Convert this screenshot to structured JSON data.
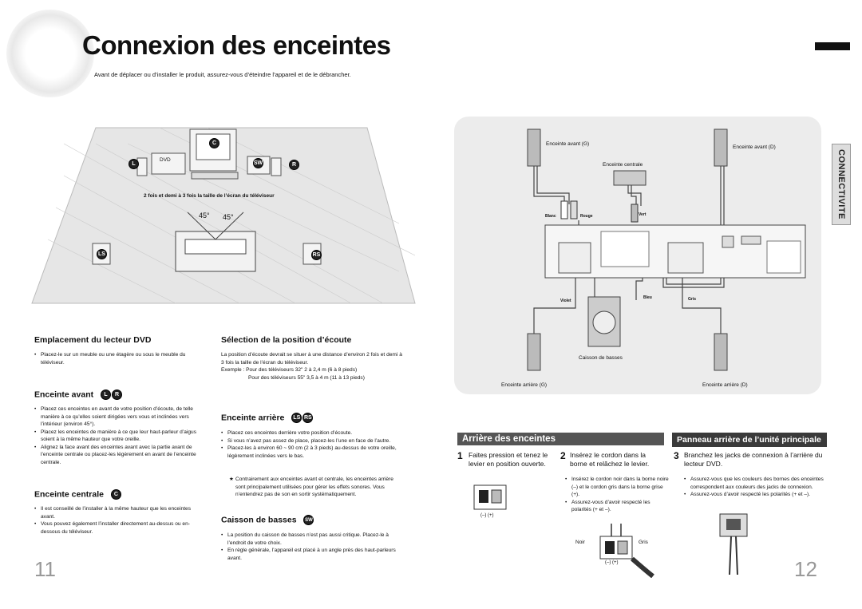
{
  "header": {
    "title": "Connexion des enceintes",
    "subtitle": "Avant de déplacer ou d’installer le produit, assurez-vous d’éteindre l’appareil et de le débrancher."
  },
  "side_tab": "CONNECTIVITE",
  "room_diagram": {
    "dvd": "DVD",
    "c": "C",
    "l": "L",
    "r": "R",
    "sw": "SW",
    "ls": "LS",
    "rs": "RS",
    "distance_note": "2 fois et demi à 3 fois la taille de l’écran du téléviseur",
    "angle_left": "45°",
    "angle_right": "45°"
  },
  "left": {
    "dvd_placement": {
      "heading": "Emplacement du lecteur DVD",
      "bullets": [
        "Placez-le sur un meuble ou une étagère ou sous le meuble du téléviseur."
      ]
    },
    "listening": {
      "heading": "Sélection de la position d’écoute",
      "text": "La position d’écoute devrait se situer à une distance d’environ 2 fois et demi à 3 fois la taille de l’écran du téléviseur.",
      "example1": "Exemple : Pour des téléviseurs 32\" 2 à 2,4 m (6 à 8 pieds)",
      "example2": "Pour des téléviseurs 55\" 3,5 à 4 m (11 à 13 pieds)"
    },
    "front": {
      "heading": "Enceinte avant",
      "bullets": [
        "Placez ces enceintes en avant de votre position d’écoute, de telle manière à ce qu’elles soient dirigées vers vous et inclinées vers l’intérieur (environ 45°).",
        "Placez les enceintes de manière à ce que leur haut-parleur d’aigus soient à la même hauteur que votre oreille.",
        "Alignez la face avant des enceintes avant avec la partie avant de l’enceinte centrale ou placez-les légèrement en avant de l’enceinte centrale."
      ]
    },
    "center": {
      "heading": "Enceinte centrale",
      "bullets": [
        "Il est conseillé de l’installer à la même hauteur que les enceintes avant.",
        "Vous pouvez également l’installer directement au-dessus ou en-dessous du téléviseur."
      ]
    },
    "rear": {
      "heading": "Enceinte arrière",
      "bullets": [
        "Placez ces enceintes derrière votre position d’écoute.",
        "Si vous n’avez pas assez de place, placez-les l’une en face de l’autre.",
        "Placez-les à environ 60 ~ 90 cm (2 à 3 pieds) au-dessus de votre oreille, légèrement inclinées vers le bas."
      ],
      "note": "Contrairement aux enceintes avant et centrale, les enceintes arrière sont principalement utilisées pour gérer les effets sonores. Vous n’entendrez pas de son en sortir systématiquement."
    },
    "sub": {
      "heading": "Caisson de basses",
      "bullets": [
        "La position du caisson de basses n’est pas aussi critique. Placez-le à l’endroit de votre choix.",
        "En règle générale, l’appareil est placé à un angle près des haut-parleurs avant."
      ]
    },
    "page_number": "11"
  },
  "right": {
    "wiring": {
      "front_left": "Enceinte avant (G)",
      "front_right": "Enceinte avant (D)",
      "center": "Enceinte centrale",
      "white": "Blanc",
      "red": "Rouge",
      "green": "Vert",
      "violet": "Violet",
      "blue": "Bleu",
      "gray": "Gris",
      "sub": "Caisson de basses",
      "rear_left": "Enceinte arrière (G)",
      "rear_right": "Enceinte arrière (D)"
    },
    "band_left": "Arrière des enceintes",
    "band_right": "Panneau arrière de l’unité principale",
    "step1": {
      "num": "1",
      "text": "Faites pression et tenez le levier en position ouverte."
    },
    "step2": {
      "num": "2",
      "text": "Insérez le cordon dans la borne et relâchez le levier."
    },
    "step3": {
      "num": "3",
      "text": "Branchez les jacks de connexion à l’arrière du lecteur DVD."
    },
    "step2_bullets": [
      "Insérez le cordon noir dans la borne noire (–) et le cordon gris dans la borne grise (+).",
      "Assurez-vous d’avoir respecté les polarités (+ et –)."
    ],
    "step3_bullets": [
      "Assurez-vous que les couleurs des bornes des enceintes correspondent aux couleurs des jacks de connexion.",
      "Assurez-vous d’avoir respecté les polarités (+ et –)."
    ],
    "polarity": "(–)  (+)",
    "black": "Noir",
    "gray2": "Gris",
    "page_number": "12"
  }
}
